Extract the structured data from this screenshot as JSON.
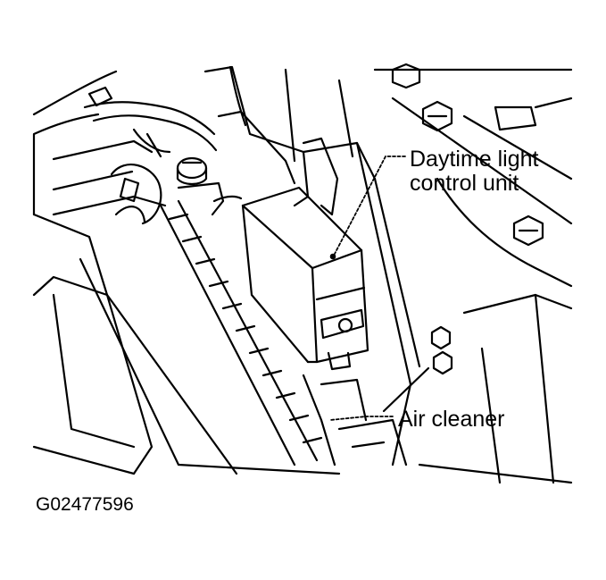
{
  "labels": {
    "daytime_light_line1": "Daytime light",
    "daytime_light_line2": "control unit",
    "air_cleaner": "Air cleaner"
  },
  "figure_id": "G02477596",
  "colors": {
    "ink": "#000000",
    "paper": "#ffffff"
  }
}
